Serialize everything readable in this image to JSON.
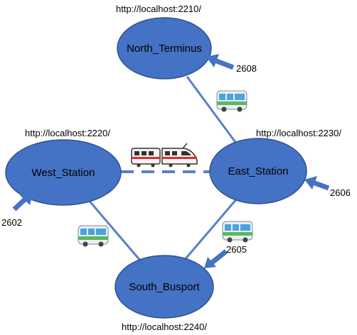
{
  "colors": {
    "node_fill": "#4472C4",
    "node_stroke": "#2F528F",
    "link": "#5B80C5",
    "arrow": "#4472C4"
  },
  "nodes": [
    {
      "id": "north",
      "label": "North_Terminus",
      "url": "http://localhost:2210/",
      "port": "2608"
    },
    {
      "id": "west",
      "label": "West_Station",
      "url": "http://localhost:2220/",
      "port": "2602"
    },
    {
      "id": "east",
      "label": "East_Station",
      "url": "http://localhost:2230/",
      "port": "2606"
    },
    {
      "id": "south",
      "label": "South_Busport",
      "url": "http://localhost:2240/",
      "port": "2605"
    }
  ],
  "links": [
    {
      "from": "north",
      "to": "east",
      "style": "solid",
      "vehicle": "bus-icon"
    },
    {
      "from": "west",
      "to": "east",
      "style": "dashed",
      "vehicle": "train-icon"
    },
    {
      "from": "west",
      "to": "south",
      "style": "solid",
      "vehicle": "bus-icon"
    },
    {
      "from": "east",
      "to": "south",
      "style": "solid",
      "vehicle": "bus-icon"
    }
  ]
}
